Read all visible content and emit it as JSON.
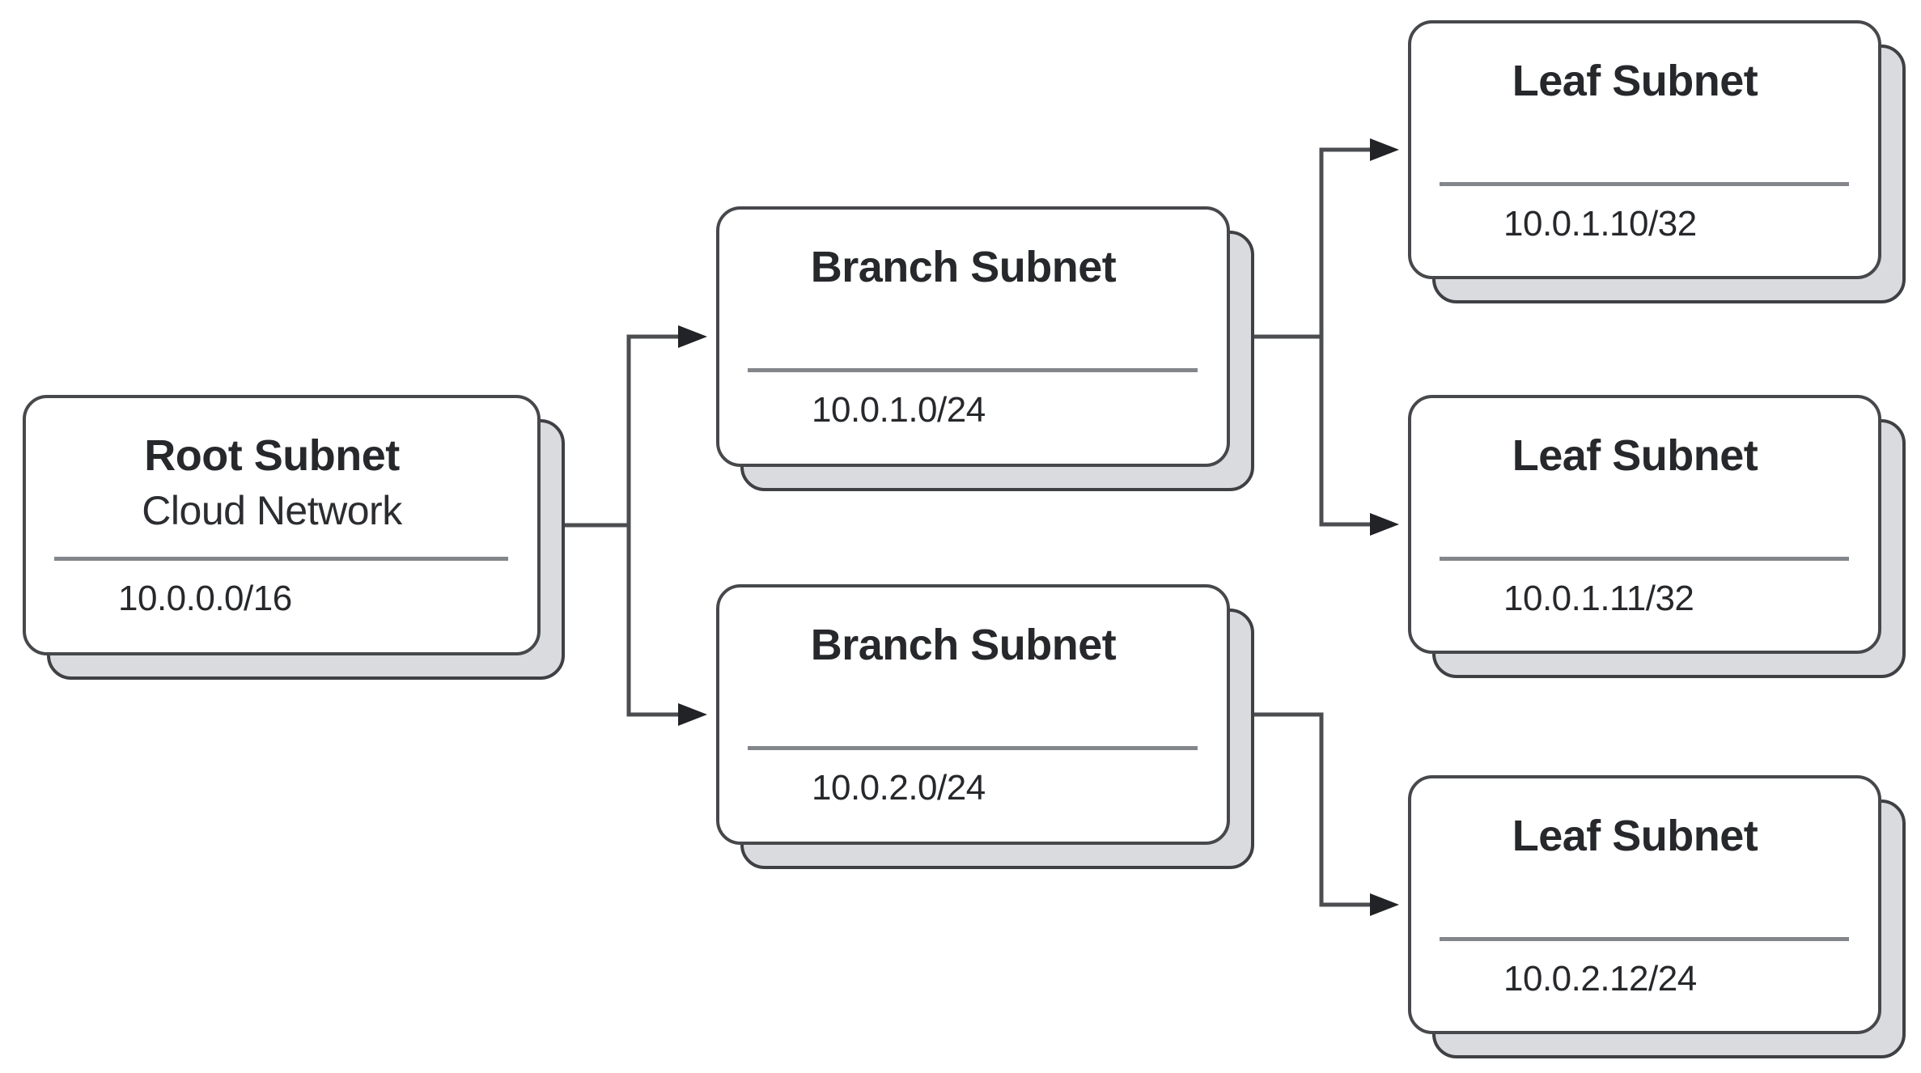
{
  "diagram": {
    "nodes": [
      {
        "id": "root-subnet",
        "title": "Root Subnet",
        "subtitle": "Cloud Network",
        "cidr": "10.0.0.0/16"
      },
      {
        "id": "branch-subnet-1",
        "title": "Branch Subnet",
        "cidr": "10.0.1.0/24"
      },
      {
        "id": "branch-subnet-2",
        "title": "Branch Subnet",
        "cidr": "10.0.2.0/24"
      },
      {
        "id": "leaf-subnet-1",
        "title": "Leaf Subnet",
        "cidr": "10.0.1.10/32"
      },
      {
        "id": "leaf-subnet-2",
        "title": "Leaf Subnet",
        "cidr": "10.0.1.11/32"
      },
      {
        "id": "leaf-subnet-3",
        "title": "Leaf Subnet",
        "cidr": "10.0.2.12/24"
      }
    ],
    "edges": [
      {
        "from": "root-subnet",
        "to": "branch-subnet-1"
      },
      {
        "from": "root-subnet",
        "to": "branch-subnet-2"
      },
      {
        "from": "branch-subnet-1",
        "to": "leaf-subnet-1"
      },
      {
        "from": "branch-subnet-1",
        "to": "leaf-subnet-2"
      },
      {
        "from": "branch-subnet-2",
        "to": "leaf-subnet-3"
      }
    ],
    "colors": {
      "canvas_background": "#ffffff",
      "card_fill": "#ffffff",
      "card_border": "#46484b",
      "shadow_fill": "#d9dbde",
      "shadow_border": "#3e4043",
      "divider": "#83868a",
      "text": "#26282b",
      "connector_line": "#4b4d50",
      "arrowhead": "#212326"
    }
  }
}
